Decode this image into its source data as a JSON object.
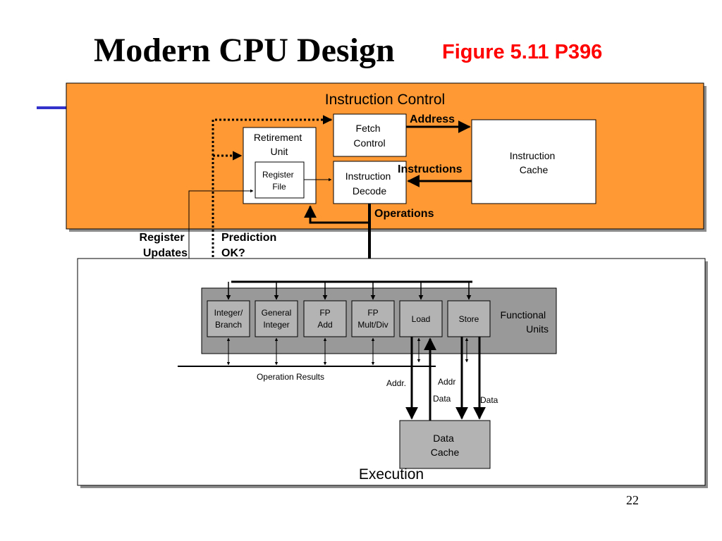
{
  "slide": {
    "title": "Modern CPU Design",
    "figure_ref": "Figure 5.11  P396",
    "page_number": "22"
  },
  "colors": {
    "control_fill": "#ff9933",
    "functional_units_fill": "#999999",
    "data_cache_fill": "#b3b3b3",
    "figure_ref": "#ff0000",
    "accent_line": "#3333cc"
  },
  "diagram": {
    "instruction_control": {
      "title": "Instruction Control",
      "retirement_unit": [
        "Retirement",
        "Unit"
      ],
      "register_file": [
        "Register",
        "File"
      ],
      "fetch_control": [
        "Fetch",
        "Control"
      ],
      "instruction_decode": [
        "Instruction",
        "Decode"
      ],
      "instruction_cache": [
        "Instruction",
        "Cache"
      ],
      "label_address": "Address",
      "label_instructions": "Instructions",
      "label_operations": "Operations"
    },
    "label_register_updates": [
      "Register",
      "Updates"
    ],
    "label_prediction_ok": [
      "Prediction",
      "OK?"
    ],
    "execution": {
      "title": "Execution",
      "functional_units_label": [
        "Functional",
        "Units"
      ],
      "units": [
        {
          "name": "integer-branch-unit",
          "lines": [
            "Integer/",
            "Branch"
          ]
        },
        {
          "name": "general-integer-unit",
          "lines": [
            "General",
            "Integer"
          ]
        },
        {
          "name": "fp-add-unit",
          "lines": [
            "FP",
            "Add"
          ]
        },
        {
          "name": "fp-mult-div-unit",
          "lines": [
            "FP",
            "Mult/Div"
          ]
        },
        {
          "name": "load-unit",
          "lines": [
            "Load"
          ]
        },
        {
          "name": "store-unit",
          "lines": [
            "Store"
          ]
        }
      ],
      "label_operation_results": "Operation Results",
      "label_load_addr": "Addr.",
      "label_store_addr": "Addr",
      "label_load_data": "Data",
      "label_store_data": "Data",
      "data_cache": [
        "Data",
        "Cache"
      ]
    }
  }
}
